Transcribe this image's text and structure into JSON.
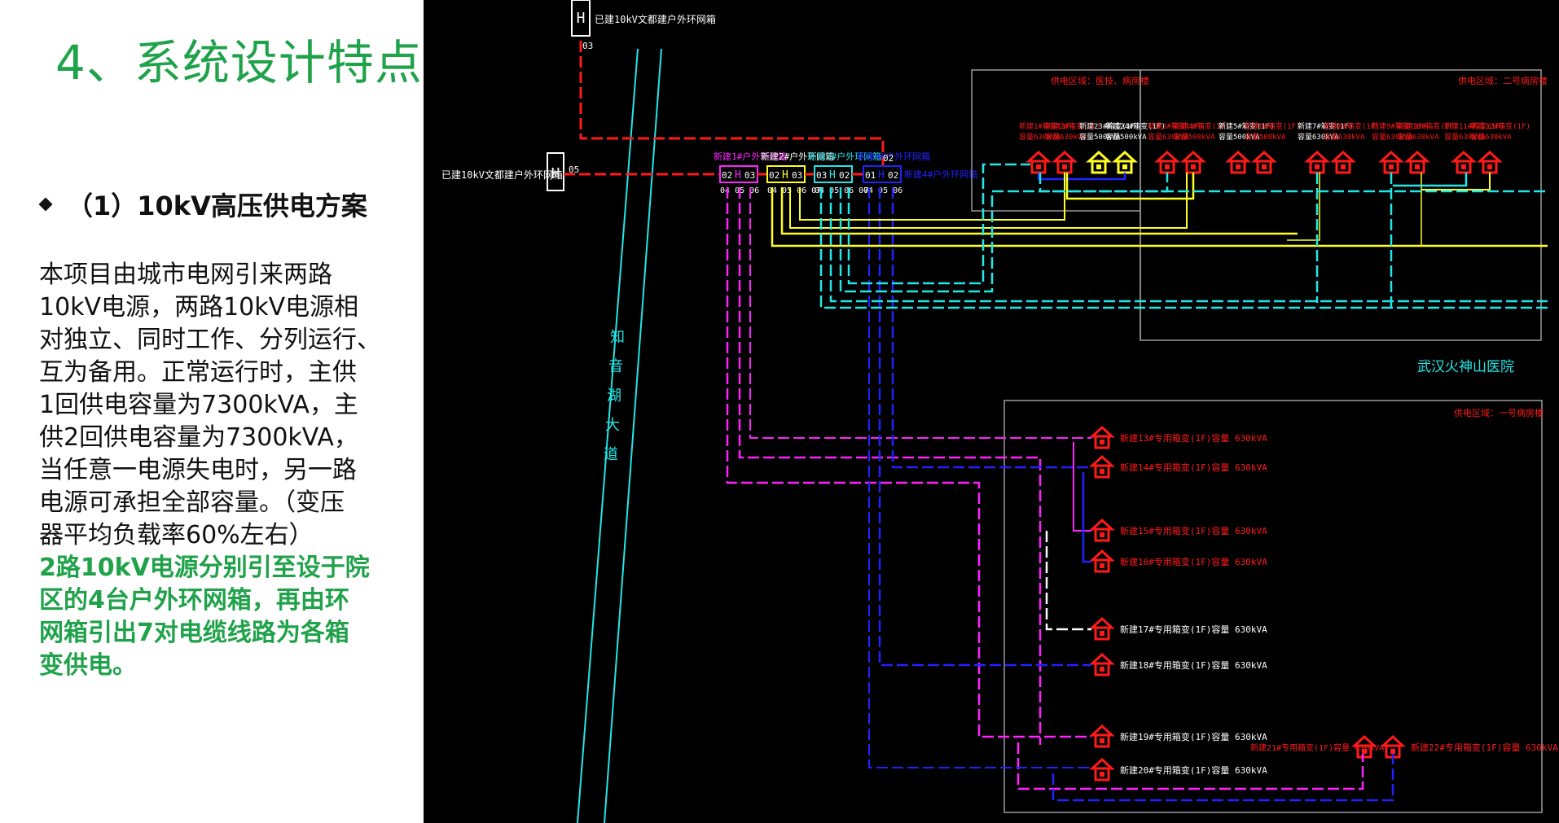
{
  "slide": {
    "title": "4、系统设计特点",
    "subheading": "（1）10kV高压供电方案",
    "body_lines": [
      "本项目由城市电网引来两路",
      "10kV电源，两路10kV电源相",
      "对独立、同时工作、分列运行、",
      "互为备用。正常运行时，主供",
      "1回供电容量为7300kVA，主",
      "供2回供电容量为7300kVA，",
      "当任意一电源失电时，另一路",
      "电源可承担全部容量。（变压",
      "器平均负载率60%左右）"
    ],
    "highlight_lines": [
      "2路10kV电源分别引至设于院",
      "区的4台户外环网箱，再由环",
      "网箱引出7对电缆线路为各箱",
      "变供电。"
    ]
  },
  "diagram": {
    "colors": {
      "background": "#000000",
      "red": "#ff1a1a",
      "magenta": "#ff22ff",
      "yellow": "#ffff22",
      "cyan": "#22e6e6",
      "blue": "#2222ff",
      "white": "#ffffff",
      "frame": "#9a9a9a",
      "title_green": "#1fa24a"
    },
    "sources": [
      {
        "label": "已建10kV文都建户外环网箱",
        "symbol": "H",
        "port": "03"
      },
      {
        "label": "已建10kV文都建户外环网箱",
        "symbol": "H",
        "port": "05"
      }
    ],
    "ring_boxes": [
      {
        "name": "新建1#户外环网箱",
        "symbol": "H",
        "in_ports": [
          "02",
          "03"
        ],
        "out_ports": [
          "04",
          "05",
          "06"
        ],
        "color": "magenta"
      },
      {
        "name": "新建2#户外环网箱",
        "symbol": "H",
        "in_ports": [
          "02",
          "03"
        ],
        "out_ports": [
          "04",
          "05",
          "06",
          "07"
        ],
        "color": "yellow"
      },
      {
        "name": "新建3#户外环网箱",
        "symbol": "H",
        "in_ports": [
          "03",
          "02"
        ],
        "out_ports": [
          "04",
          "05",
          "06",
          "07"
        ],
        "color": "cyan"
      },
      {
        "name": "新建4#户外环网箱",
        "symbol": "H",
        "in_ports": [
          "01",
          "02"
        ],
        "out_ports": [
          "04",
          "05",
          "06"
        ],
        "color": "blue"
      }
    ],
    "road_label": "知音湖大道",
    "zone_upper": {
      "left_label": "供电区域：医技、病房楼",
      "right_label": "供电区域：二号病房楼"
    },
    "hospital_name": "武汉火神山医院",
    "zone_lower": {
      "label": "供电区域：一号病房楼"
    },
    "transformers_top": [
      {
        "label_1": "新建1#箱变(1F)",
        "label_2": "容量630kVA",
        "color": "red"
      },
      {
        "label_1": "新建2#箱变(1F)",
        "label_2": "容量630kVA",
        "color": "red"
      },
      {
        "label_1": "新建23#箱变(1F)",
        "label_2": "容量500kVA",
        "color": "yellow"
      },
      {
        "label_1": "新建24#箱变(1F)",
        "label_2": "容量500kVA",
        "color": "yellow"
      },
      {
        "label_1": "新建3#箱变(1F)",
        "label_2": "容量630kVA",
        "color": "red"
      },
      {
        "label_1": "新建4#箱变(1F)",
        "label_2": "容量500kVA",
        "color": "red"
      },
      {
        "label_1": "新建5#箱变(1F)",
        "label_2": "容量500kVA",
        "color": "red"
      },
      {
        "label_1": "新建6#箱变(1F)",
        "label_2": "容量500kVA",
        "color": "red"
      },
      {
        "label_1": "新建7#箱变(1F)",
        "label_2": "容量630kVA",
        "color": "red"
      },
      {
        "label_1": "新建8#箱变(1F)",
        "label_2": "容量630kVA",
        "color": "red"
      },
      {
        "label_1": "新建9#箱变(1F)",
        "label_2": "容量630kVA",
        "color": "red"
      },
      {
        "label_1": "新建10#箱变(1F)",
        "label_2": "容量630kVA",
        "color": "red"
      },
      {
        "label_1": "新建11#箱变(1F)",
        "label_2": "容量630kVA",
        "color": "red"
      },
      {
        "label_1": "新建12#箱变(1F)",
        "label_2": "容量630kVA",
        "color": "red"
      }
    ],
    "transformers_lower": [
      {
        "label": "新建13#专用箱变(1F)容量 630kVA",
        "color": "red"
      },
      {
        "label": "新建14#专用箱变(1F)容量 630kVA",
        "color": "red"
      },
      {
        "label": "新建15#专用箱变(1F)容量 630kVA",
        "color": "red"
      },
      {
        "label": "新建16#专用箱变(1F)容量 630kVA",
        "color": "red"
      },
      {
        "label": "新建17#专用箱变(1F)容量 630kVA",
        "color": "white"
      },
      {
        "label": "新建18#专用箱变(1F)容量 630kVA",
        "color": "white"
      },
      {
        "label": "新建19#专用箱变(1F)容量 630kVA",
        "color": "white"
      },
      {
        "label": "新建20#专用箱变(1F)容量 630kVA",
        "color": "white"
      },
      {
        "label": "新建21#专用箱变(1F)容量 630kVA",
        "color": "red"
      },
      {
        "label": "新建22#专用箱变(1F)容量 630kVA",
        "color": "red"
      }
    ]
  }
}
